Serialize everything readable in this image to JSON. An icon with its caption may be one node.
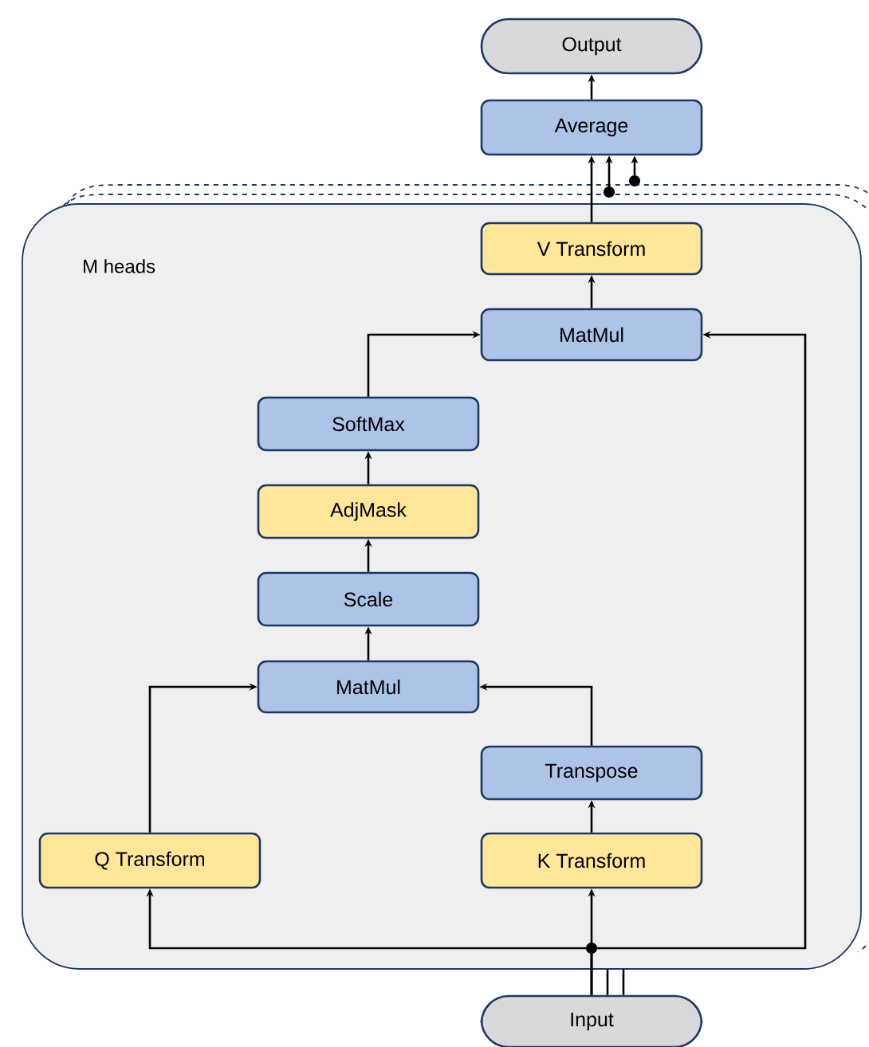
{
  "diagram": {
    "nodes": [
      {
        "text": [
          "Output"
        ]
      },
      {
        "text": [
          "Average"
        ]
      },
      {
        "text": [
          "M heads"
        ]
      },
      {
        "text": [
          "V Transform"
        ],
        "in": 2
      },
      {
        "text": [
          "MatMul"
        ],
        "in": 2
      },
      {
        "text": [
          "SoftMax"
        ],
        "in": 2
      },
      {
        "text": [
          "AdjMask"
        ],
        "in": 2
      },
      {
        "text": [
          "Scale"
        ],
        "in": 2
      },
      {
        "text": [
          "MatMul"
        ],
        "in": 2
      },
      {
        "text": [
          "Transpose"
        ],
        "in": 2
      },
      {
        "text": [
          "Q Transform"
        ],
        "in": 2
      },
      {
        "text": [
          "K Transform"
        ],
        "in": 2
      },
      {
        "text": [
          "Input"
        ]
      }
    ],
    "edges": [
      {
        "from": 12,
        "to": 11,
        "arrow": "to"
      },
      {
        "from": 12,
        "to": 10,
        "arrow": "to"
      },
      {
        "from": 12,
        "to": 4,
        "arrow": "to"
      },
      {
        "from": 11,
        "to": 9,
        "arrow": "to"
      },
      {
        "from": 9,
        "to": 8,
        "arrow": "to"
      },
      {
        "from": 10,
        "to": 8,
        "arrow": "to"
      },
      {
        "from": 8,
        "to": 7,
        "arrow": "to"
      },
      {
        "from": 7,
        "to": 6,
        "arrow": "to"
      },
      {
        "from": 6,
        "to": 5,
        "arrow": "to"
      },
      {
        "from": 5,
        "to": 4,
        "arrow": "to"
      },
      {
        "from": 4,
        "to": 3,
        "arrow": "to"
      },
      {
        "from": 3,
        "to": 1,
        "arrow": "to"
      },
      {
        "from": 1,
        "to": 0,
        "arrow": "to"
      },
      {
        "from": 2,
        "to": 1,
        "arrow": "to"
      },
      {
        "from": 2,
        "to": 1,
        "arrow": "to"
      },
      {
        "from": 12,
        "to": 2,
        "arrow": "none"
      },
      {
        "from": 12,
        "to": 2,
        "arrow": "none"
      }
    ]
  }
}
